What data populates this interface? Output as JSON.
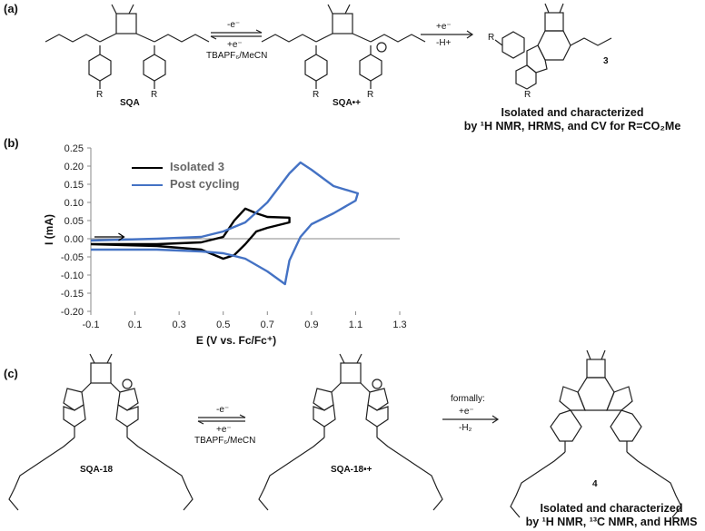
{
  "panels": {
    "a": {
      "label": "(a)",
      "arrow1_top": "-e⁻",
      "arrow1_bottom1": "+e⁻",
      "arrow1_bottom2": "TBAPF₆/MeCN",
      "arrow2_top": "+e⁻",
      "arrow2_bottom": "-H+",
      "mol1_name": "SQA",
      "mol2_name": "SQA•+",
      "mol3_name": "3",
      "sub_R": "R",
      "caption_line1": "Isolated and characterized",
      "caption_line2": "by ¹H NMR, HRMS, and CV for R=CO₂Me"
    },
    "b": {
      "label": "(b)"
    },
    "c": {
      "label": "(c)",
      "arrow1_top": "-e⁻",
      "arrow1_bottom1": "+e⁻",
      "arrow1_bottom2": "TBAPF₆/MeCN",
      "arrow2_top1": "formally:",
      "arrow2_top2": "+e⁻",
      "arrow2_bottom": "-H₂",
      "mol1_name": "SQA-18",
      "mol2_name": "SQA-18•+",
      "mol3_name": "4",
      "caption_line1": "Isolated and characterized",
      "caption_line2": "by ¹H NMR, ¹³C NMR, and HRMS"
    }
  },
  "chart_data": {
    "type": "line",
    "xlabel": "E (V vs. Fc/Fc⁺)",
    "ylabel": "I (mA)",
    "xlim": [
      -0.1,
      1.3
    ],
    "ylim": [
      -0.2,
      0.25
    ],
    "x_ticks": [
      "-0.1",
      "0.1",
      "0.3",
      "0.5",
      "0.7",
      "0.9",
      "1.1",
      "1.3"
    ],
    "y_ticks": [
      "0.25",
      "0.20",
      "0.15",
      "0.10",
      "0.05",
      "0.00",
      "-0.05",
      "-0.10",
      "-0.15",
      "-0.20"
    ],
    "legend_position": "top-left",
    "series": [
      {
        "name": "Isolated 3",
        "color": "#000000",
        "x": [
          -0.1,
          0.2,
          0.4,
          0.5,
          0.55,
          0.6,
          0.65,
          0.7,
          0.8,
          0.8,
          0.7,
          0.65,
          0.6,
          0.55,
          0.5,
          0.4,
          0.2,
          -0.1
        ],
        "y": [
          -0.015,
          -0.015,
          -0.01,
          0.005,
          0.05,
          0.083,
          0.07,
          0.06,
          0.058,
          0.045,
          0.03,
          0.02,
          -0.015,
          -0.045,
          -0.055,
          -0.03,
          -0.02,
          -0.015
        ]
      },
      {
        "name": "Post cycling",
        "color": "#4472c4",
        "x": [
          -0.1,
          0.2,
          0.4,
          0.5,
          0.6,
          0.7,
          0.8,
          0.85,
          0.9,
          1.0,
          1.11,
          1.1,
          1.0,
          0.9,
          0.85,
          0.8,
          0.78,
          0.7,
          0.6,
          0.5,
          0.4,
          0.2,
          -0.1
        ],
        "y": [
          -0.005,
          0.0,
          0.005,
          0.02,
          0.045,
          0.1,
          0.18,
          0.21,
          0.19,
          0.145,
          0.125,
          0.105,
          0.07,
          0.04,
          0.005,
          -0.06,
          -0.125,
          -0.09,
          -0.055,
          -0.04,
          -0.035,
          -0.03,
          -0.03
        ]
      }
    ],
    "annotations": [
      "arrow indicating forward scan direction near 0.00 mA"
    ]
  }
}
